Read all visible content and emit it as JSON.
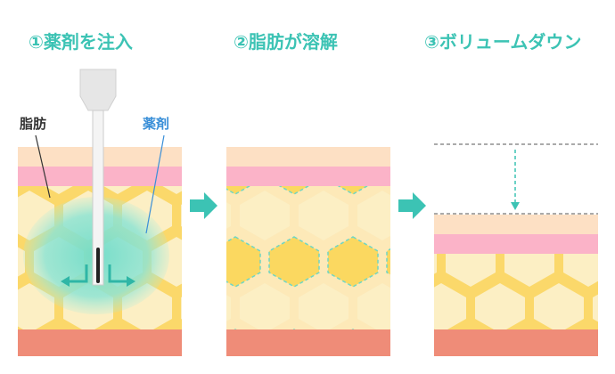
{
  "steps": [
    {
      "title": "①薬剤を注入"
    },
    {
      "title": "②脂肪が溶解"
    },
    {
      "title": "③ボリュームダウン"
    }
  ],
  "labels": {
    "fat": "脂肪",
    "drug": "薬剤"
  },
  "colors": {
    "accent": "#3cc3b4",
    "drug_label": "#3a8fd8",
    "fat_label": "#333333",
    "skin_top": "#fde0c4",
    "skin_pink": "#fbb3c8",
    "fat_bg": "#fde9b8",
    "fat_cell": "#fcefc4",
    "fat_line": "#fbd86a",
    "melted_cell": "#fbd860",
    "muscle": "#ef8c78",
    "drug_cloud": "#80e0d0",
    "needle_cap": "#e0e0e0"
  },
  "icons": {
    "step_arrow": "right-arrow-icon",
    "spread_arrow": "bent-arrow-icon",
    "volume_arrow": "down-dashed-arrow-icon"
  }
}
